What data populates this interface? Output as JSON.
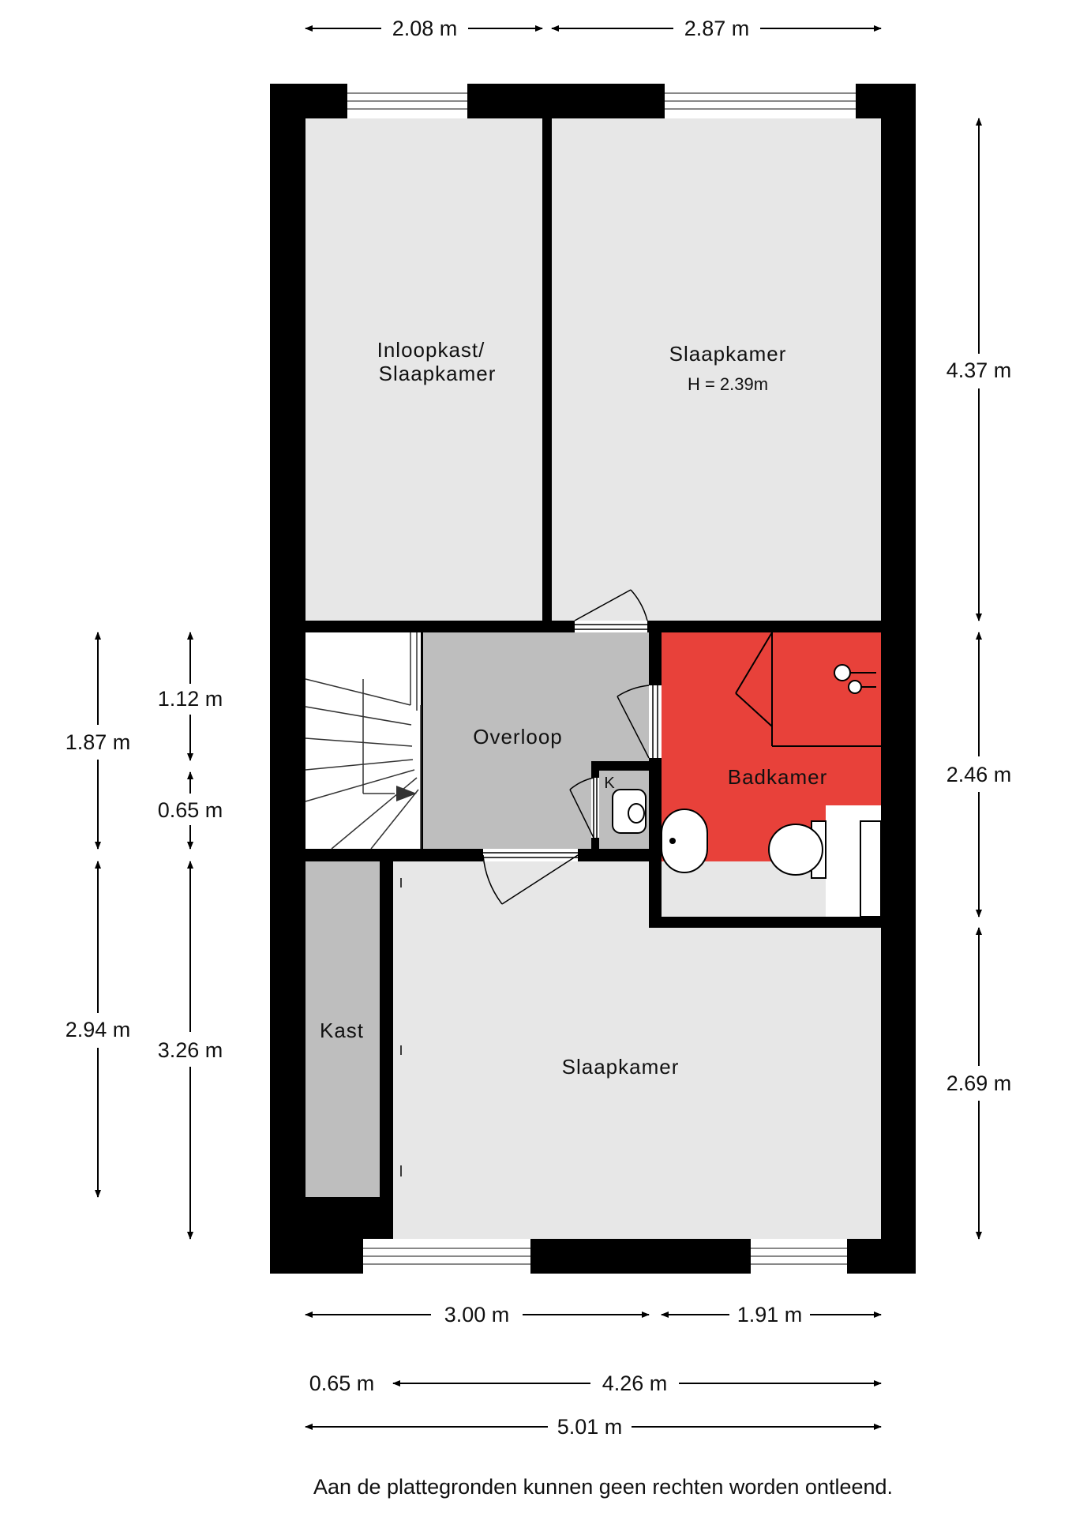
{
  "rooms": {
    "walkin": {
      "line1": "Inloopkast/",
      "line2": "Slaapkamer"
    },
    "bedroom_top": {
      "name": "Slaapkamer",
      "height": "H = 2.39m"
    },
    "landing": {
      "name": "Overloop"
    },
    "bathroom": {
      "name": "Badkamer"
    },
    "closet": {
      "name": "Kast"
    },
    "bedroom_bottom": {
      "name": "Slaapkamer"
    },
    "meter_cupboard": {
      "name": "K"
    }
  },
  "dimensions": {
    "top_left": "2.08 m",
    "top_right": "2.87 m",
    "right_top": "4.37 m",
    "right_mid": "2.46 m",
    "right_bottom": "2.69 m",
    "left_outer_top": "1.87 m",
    "left_outer_bottom": "2.94 m",
    "left_inner_top": "1.12 m",
    "left_inner_mid": "0.65 m",
    "left_inner_bottom": "3.26 m",
    "bottom_left": "3.00 m",
    "bottom_right": "1.91 m",
    "bottom2_left": "0.65 m",
    "bottom2_right": "4.26 m",
    "total": "5.01 m"
  },
  "colors": {
    "wall": "#000000",
    "room_light": "#e7e7e7",
    "room_grey": "#bebebe",
    "bathroom": "#e8413a"
  },
  "footer": {
    "disclaimer": "Aan de plattegronden kunnen geen rechten worden ontleend."
  }
}
